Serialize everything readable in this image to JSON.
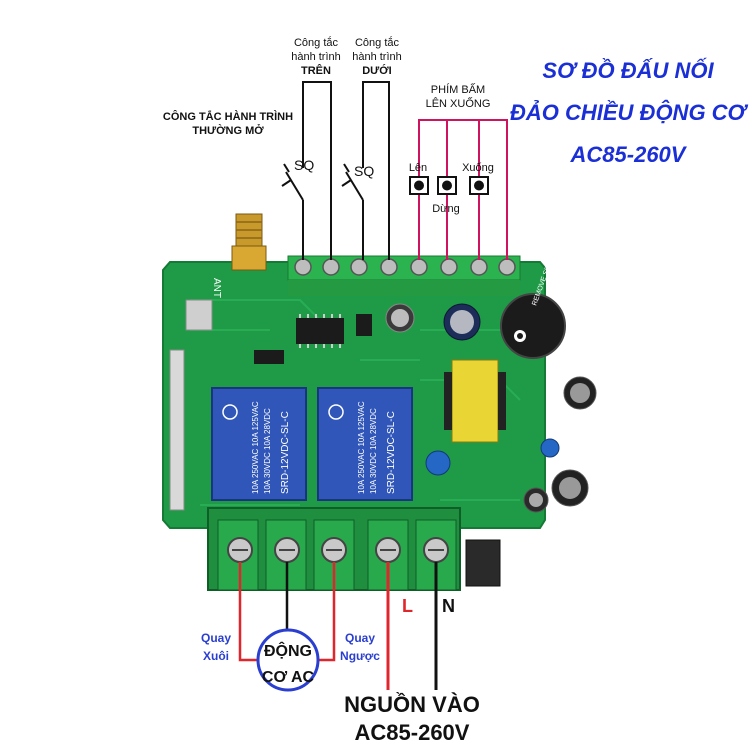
{
  "title": {
    "line1": "SƠ ĐỒ ĐẤU NỐI",
    "line2": "ĐẢO CHIỀU ĐỘNG CƠ",
    "line3": "AC85-260V"
  },
  "switch_labels": {
    "top_l1": "Công tắc",
    "top_l2": "hành trình",
    "top_l3": "TRÊN",
    "bottom_l1": "Công tắc",
    "bottom_l2": "hành trình",
    "bottom_l3": "DƯỚI",
    "normally_open_l1": "CÔNG TẮC HÀNH TRÌNH",
    "normally_open_l2": "THƯỜNG MỞ",
    "sq1": "SQ",
    "sq2": "SQ"
  },
  "buttons": {
    "header_l1": "PHÍM BẤM",
    "header_l2": "LÊN XUỐNG",
    "up": "Lên",
    "stop": "Dừng",
    "down": "Xuống"
  },
  "board": {
    "ant": "ANT",
    "relay1_model": "SRD-12VDC-SL-C",
    "relay2_model": "SRD-12VDC-SL-C",
    "relay_rating1": "10A 250VAC 10A 125VAC",
    "relay_rating2": "10A 30VDC 10A 28VDC",
    "buzzer_text": "REMOVE SEAL AFTER WASHING"
  },
  "motor": {
    "line1": "ĐỘNG",
    "line2": "CƠ AC",
    "forward_l1": "Quay",
    "forward_l2": "Xuôi",
    "reverse_l1": "Quay",
    "reverse_l2": "Ngược"
  },
  "power": {
    "L": "L",
    "N": "N",
    "line1": "NGUỒN VÀO",
    "line2": "AC85-260V"
  },
  "colors": {
    "title_blue": "#1a2fd6",
    "wire_red": "#e0262c",
    "wire_magenta": "#d0135e",
    "wire_black": "#111111",
    "pcb_green": "#1f9b47",
    "relay_blue": "#2f56b8",
    "label_blue": "#2a3fd0"
  }
}
